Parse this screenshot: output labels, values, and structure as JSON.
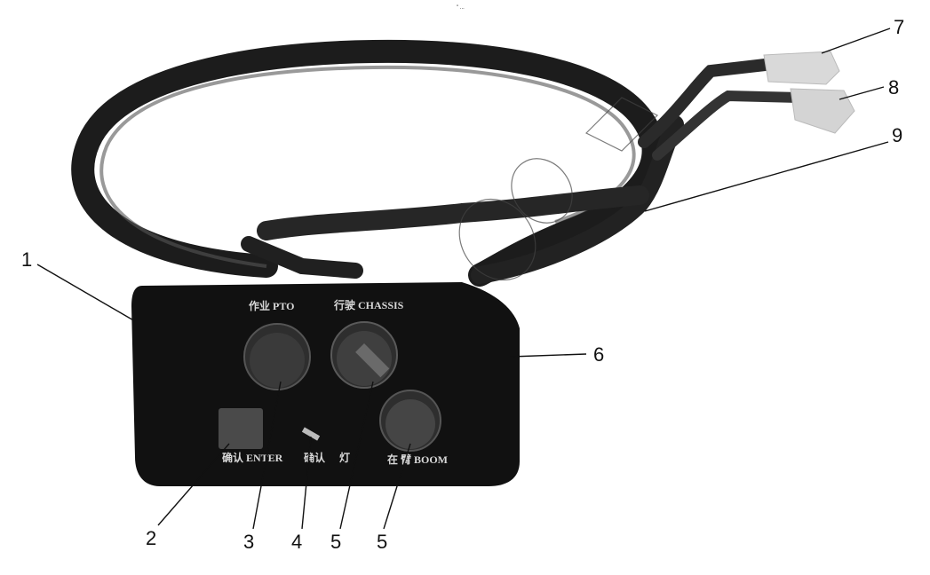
{
  "diagram": {
    "top_mark": "\" ...",
    "panel_labels": {
      "pto": "作业 PTO",
      "chassis": "行驶 CHASSIS",
      "enter": "确认 ENTER",
      "mid": "确认",
      "mid_right": "灯",
      "boom": "在 臂 BOOM"
    },
    "callouts": {
      "c1": "1",
      "c2": "2",
      "c3": "3",
      "c4": "4",
      "c5a": "5",
      "c5b": "5",
      "c6": "6",
      "c7": "7",
      "c8": "8",
      "c9": "9"
    }
  },
  "colors": {
    "panel": "#111111",
    "cable": "#2a2a2a",
    "knob": "#3a3a3a",
    "connector": "#d9d9d9"
  }
}
